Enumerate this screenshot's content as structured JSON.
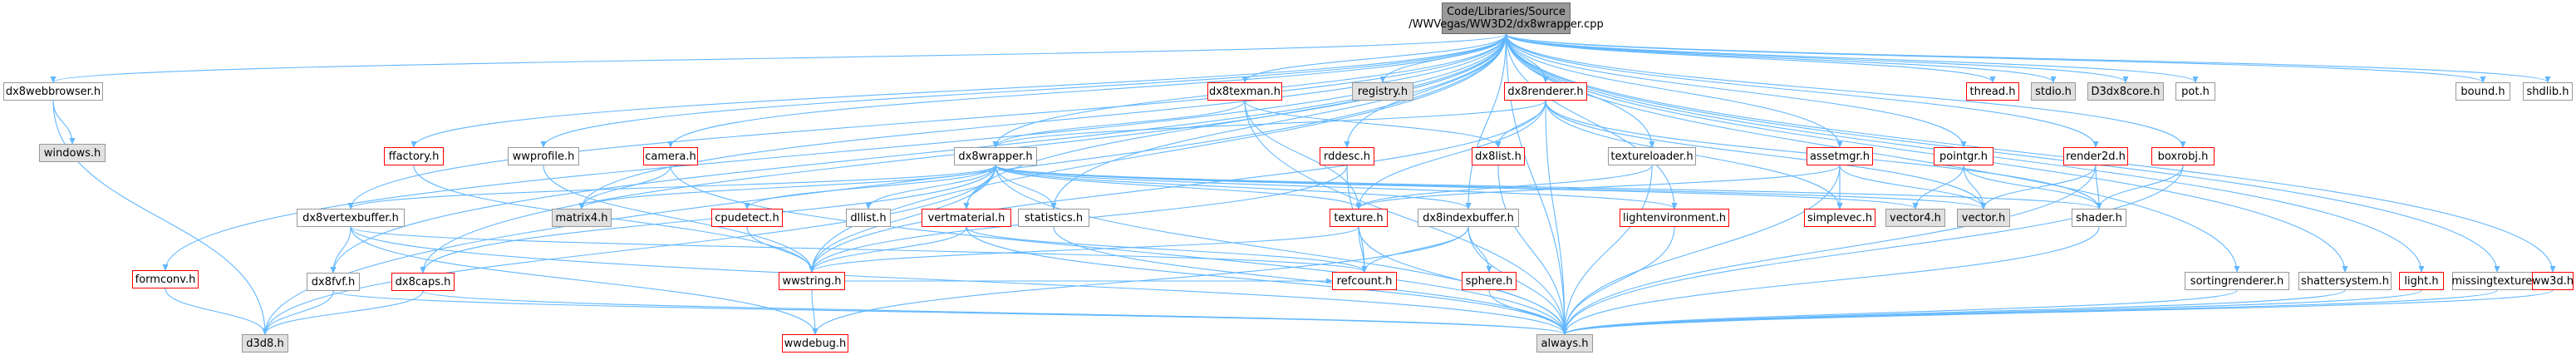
{
  "colors": {
    "edge": "#63B8FF",
    "border_doc": "#999999",
    "border_undoc": "#ff0000",
    "gray_fill": "#e0e0e0",
    "root_fill": "#999999"
  },
  "nodes": {
    "root": {
      "line1": "Code/Libraries/Source",
      "line2": "/WWVegas/WW3D2/dx8wrapper.cpp",
      "kind": "root"
    },
    "dx8webbrowser": {
      "label": "dx8webbrowser.h",
      "kind": "doc"
    },
    "windows": {
      "label": "windows.h",
      "kind": "gray"
    },
    "formconv": {
      "label": "formconv.h",
      "kind": "undoc"
    },
    "ffactory": {
      "label": "ffactory.h",
      "kind": "undoc"
    },
    "dx8vertexbuffer": {
      "label": "dx8vertexbuffer.h",
      "kind": "doc"
    },
    "dx8fvf": {
      "label": "dx8fvf.h",
      "kind": "doc"
    },
    "dx8caps": {
      "label": "dx8caps.h",
      "kind": "undoc"
    },
    "d3dx8": {
      "label": "d3d8.h",
      "kind": "gray"
    },
    "wwprofile": {
      "label": "wwprofile.h",
      "kind": "doc"
    },
    "camera": {
      "label": "camera.h",
      "kind": "undoc"
    },
    "matrix4": {
      "label": "matrix4.h",
      "kind": "gray"
    },
    "dx8wrapper": {
      "label": "dx8wrapper.h",
      "kind": "doc"
    },
    "cpudetect": {
      "label": "cpudetect.h",
      "kind": "undoc"
    },
    "dllist": {
      "label": "dllist.h",
      "kind": "doc"
    },
    "vertmaterial": {
      "label": "vertmaterial.h",
      "kind": "undoc"
    },
    "statistics": {
      "label": "statistics.h",
      "kind": "doc"
    },
    "wwstring": {
      "label": "wwstring.h",
      "kind": "undoc"
    },
    "wwdebug": {
      "label": "wwdebug.h",
      "kind": "undoc"
    },
    "dx8texman": {
      "label": "dx8texman.h",
      "kind": "undoc"
    },
    "registry": {
      "label": "registry.h",
      "kind": "gray"
    },
    "rddesc": {
      "label": "rddesc.h",
      "kind": "undoc"
    },
    "texture": {
      "label": "texture.h",
      "kind": "undoc"
    },
    "refcount": {
      "label": "refcount.h",
      "kind": "undoc"
    },
    "dx8renderer": {
      "label": "dx8renderer.h",
      "kind": "undoc"
    },
    "dxdlist": {
      "label": "dx8list.h",
      "kind": "undoc"
    },
    "dx8indexbuffer": {
      "label": "dx8indexbuffer.h",
      "kind": "doc"
    },
    "sphere": {
      "label": "sphere.h",
      "kind": "undoc"
    },
    "always": {
      "label": "always.h",
      "kind": "gray"
    },
    "textureloader": {
      "label": "textureloader.h",
      "kind": "doc"
    },
    "lightenvironment": {
      "label": "lightenvironment.h",
      "kind": "undoc"
    },
    "assetmgr": {
      "label": "assetmgr.h",
      "kind": "undoc"
    },
    "simplevec": {
      "label": "simplevec.h",
      "kind": "undoc"
    },
    "vector4": {
      "label": "vector4.h",
      "kind": "gray"
    },
    "pointgr": {
      "label": "pointgr.h",
      "kind": "undoc"
    },
    "vector": {
      "label": "vector.h",
      "kind": "gray"
    },
    "render2d": {
      "label": "render2d.h",
      "kind": "undoc"
    },
    "boxrobj": {
      "label": "boxrobj.h",
      "kind": "undoc"
    },
    "shader": {
      "label": "shader.h",
      "kind": "doc"
    },
    "thread": {
      "label": "thread.h",
      "kind": "undoc"
    },
    "stdio": {
      "label": "stdio.h",
      "kind": "gray"
    },
    "d3dx8core": {
      "label": "D3dx8core.h",
      "kind": "gray"
    },
    "pot": {
      "label": "pot.h",
      "kind": "doc"
    },
    "sortingrenderer": {
      "label": "sortingrenderer.h",
      "kind": "doc"
    },
    "shattersystem": {
      "label": "shattersystem.h",
      "kind": "doc"
    },
    "light": {
      "label": "light.h",
      "kind": "undoc"
    },
    "missingtexture": {
      "label": "missingtexture.h",
      "kind": "doc"
    },
    "ww3d": {
      "label": "ww3d.h",
      "kind": "undoc"
    },
    "bound": {
      "label": "bound.h",
      "kind": "doc"
    },
    "shdlib": {
      "label": "shdlib.h",
      "kind": "doc"
    }
  },
  "edges": [
    [
      "root",
      "dx8webbrowser"
    ],
    [
      "root",
      "formconv"
    ],
    [
      "root",
      "ffactory"
    ],
    [
      "root",
      "dx8vertexbuffer"
    ],
    [
      "root",
      "dx8fvf"
    ],
    [
      "root",
      "dx8caps"
    ],
    [
      "root",
      "d3dx8"
    ],
    [
      "root",
      "wwprofile"
    ],
    [
      "root",
      "camera"
    ],
    [
      "root",
      "matrix4"
    ],
    [
      "root",
      "dx8wrapper"
    ],
    [
      "root",
      "vertmaterial"
    ],
    [
      "root",
      "statistics"
    ],
    [
      "root",
      "wwstring"
    ],
    [
      "root",
      "dx8texman"
    ],
    [
      "root",
      "registry"
    ],
    [
      "root",
      "rddesc"
    ],
    [
      "root",
      "dx8renderer"
    ],
    [
      "root",
      "dx8indexbuffer"
    ],
    [
      "root",
      "textureloader"
    ],
    [
      "root",
      "lightenvironment"
    ],
    [
      "root",
      "assetmgr"
    ],
    [
      "root",
      "pointgr"
    ],
    [
      "root",
      "render2d"
    ],
    [
      "root",
      "boxrobj"
    ],
    [
      "root",
      "thread"
    ],
    [
      "root",
      "stdio"
    ],
    [
      "root",
      "d3dx8core"
    ],
    [
      "root",
      "pot"
    ],
    [
      "root",
      "sortingrenderer"
    ],
    [
      "root",
      "shattersystem"
    ],
    [
      "root",
      "light"
    ],
    [
      "root",
      "missingtexture"
    ],
    [
      "root",
      "ww3d"
    ],
    [
      "root",
      "bound"
    ],
    [
      "root",
      "shdlib"
    ],
    [
      "root",
      "always"
    ],
    [
      "dx8webbrowser",
      "windows"
    ],
    [
      "dx8webbrowser",
      "d3dx8"
    ],
    [
      "formconv",
      "d3dx8"
    ],
    [
      "ffactory",
      "wwstring"
    ],
    [
      "dx8vertexbuffer",
      "dx8fvf"
    ],
    [
      "dx8vertexbuffer",
      "refcount"
    ],
    [
      "dx8vertexbuffer",
      "wwdebug"
    ],
    [
      "dx8vertexbuffer",
      "always"
    ],
    [
      "dx8fvf",
      "d3dx8"
    ],
    [
      "dx8fvf",
      "always"
    ],
    [
      "dx8caps",
      "d3dx8"
    ],
    [
      "dx8caps",
      "always"
    ],
    [
      "wwprofile",
      "wwstring"
    ],
    [
      "camera",
      "matrix4"
    ],
    [
      "camera",
      "always"
    ],
    [
      "dx8wrapper",
      "dx8vertexbuffer"
    ],
    [
      "dx8wrapper",
      "dx8caps"
    ],
    [
      "dx8wrapper",
      "d3dx8"
    ],
    [
      "dx8wrapper",
      "matrix4"
    ],
    [
      "dx8wrapper",
      "cpudetect"
    ],
    [
      "dx8wrapper",
      "dllist"
    ],
    [
      "dx8wrapper",
      "vertmaterial"
    ],
    [
      "dx8wrapper",
      "statistics"
    ],
    [
      "dx8wrapper",
      "wwstring"
    ],
    [
      "dx8wrapper",
      "texture"
    ],
    [
      "dx8wrapper",
      "dx8indexbuffer"
    ],
    [
      "dx8wrapper",
      "lightenvironment"
    ],
    [
      "dx8wrapper",
      "vector4"
    ],
    [
      "dx8wrapper",
      "vector"
    ],
    [
      "dx8wrapper",
      "shader"
    ],
    [
      "dx8wrapper",
      "always"
    ],
    [
      "cpudetect",
      "wwstring"
    ],
    [
      "vertmaterial",
      "wwstring"
    ],
    [
      "vertmaterial",
      "refcount"
    ],
    [
      "vertmaterial",
      "always"
    ],
    [
      "statistics",
      "always"
    ],
    [
      "wwstring",
      "wwdebug"
    ],
    [
      "wwstring",
      "refcount"
    ],
    [
      "dx8texman",
      "dx8wrapper"
    ],
    [
      "dx8texman",
      "texture"
    ],
    [
      "dx8texman",
      "dxdlist"
    ],
    [
      "dx8texman",
      "always"
    ],
    [
      "rddesc",
      "wwstring"
    ],
    [
      "rddesc",
      "refcount"
    ],
    [
      "texture",
      "wwstring"
    ],
    [
      "texture",
      "refcount"
    ],
    [
      "texture",
      "always"
    ],
    [
      "dx8renderer",
      "dx8wrapper"
    ],
    [
      "dx8renderer",
      "dxdlist"
    ],
    [
      "dx8renderer",
      "texture"
    ],
    [
      "dx8renderer",
      "simplevec"
    ],
    [
      "dx8renderer",
      "vector"
    ],
    [
      "dx8renderer",
      "shader"
    ],
    [
      "dx8renderer",
      "always"
    ],
    [
      "dx8renderer",
      "wwstring"
    ],
    [
      "dxdlist",
      "always"
    ],
    [
      "dx8indexbuffer",
      "sphere"
    ],
    [
      "dx8indexbuffer",
      "refcount"
    ],
    [
      "dx8indexbuffer",
      "wwdebug"
    ],
    [
      "dx8indexbuffer",
      "always"
    ],
    [
      "sphere",
      "always"
    ],
    [
      "textureloader",
      "texture"
    ],
    [
      "textureloader",
      "always"
    ],
    [
      "lightenvironment",
      "always"
    ],
    [
      "assetmgr",
      "texture"
    ],
    [
      "assetmgr",
      "simplevec"
    ],
    [
      "assetmgr",
      "vector"
    ],
    [
      "assetmgr",
      "always"
    ],
    [
      "pointgr",
      "vector4"
    ],
    [
      "pointgr",
      "vector"
    ],
    [
      "pointgr",
      "shader"
    ],
    [
      "render2d",
      "vector"
    ],
    [
      "render2d",
      "shader"
    ],
    [
      "render2d",
      "always"
    ],
    [
      "boxrobj",
      "shader"
    ],
    [
      "boxrobj",
      "always"
    ],
    [
      "shader",
      "always"
    ],
    [
      "sortingrenderer",
      "always"
    ],
    [
      "shattersystem",
      "always"
    ],
    [
      "light",
      "always"
    ],
    [
      "missingtexture",
      "always"
    ],
    [
      "ww3d",
      "always"
    ]
  ]
}
